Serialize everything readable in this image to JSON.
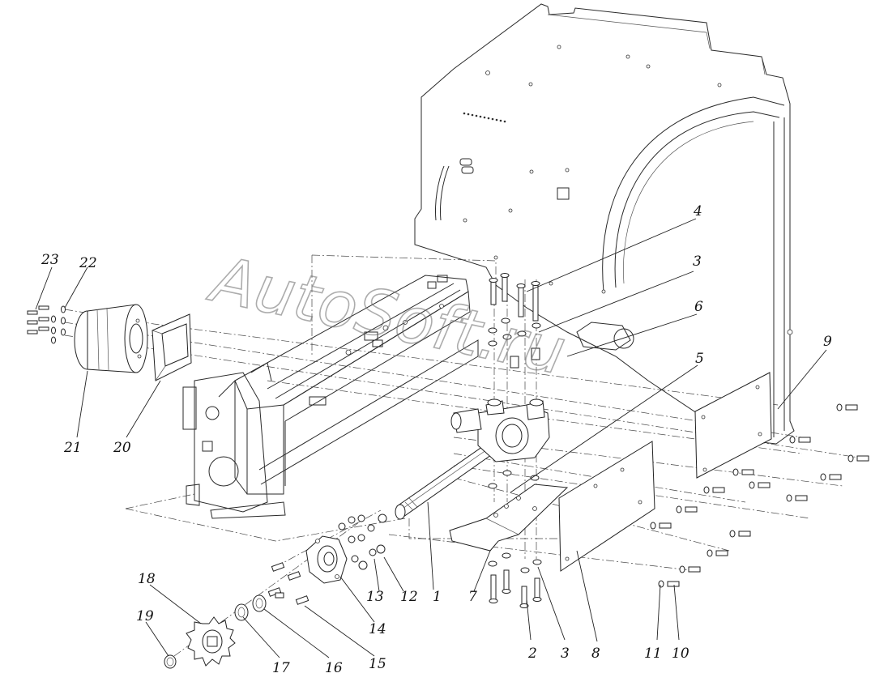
{
  "watermark": {
    "text": "AutoSoft.ru"
  },
  "callouts": [
    {
      "id": "c1",
      "label": "1"
    },
    {
      "id": "c2",
      "label": "2"
    },
    {
      "id": "c3a",
      "label": "3"
    },
    {
      "id": "c3b",
      "label": "3"
    },
    {
      "id": "c4",
      "label": "4"
    },
    {
      "id": "c5",
      "label": "5"
    },
    {
      "id": "c6",
      "label": "6"
    },
    {
      "id": "c7",
      "label": "7"
    },
    {
      "id": "c8",
      "label": "8"
    },
    {
      "id": "c9",
      "label": "9"
    },
    {
      "id": "c10",
      "label": "10"
    },
    {
      "id": "c11",
      "label": "11"
    },
    {
      "id": "c12",
      "label": "12"
    },
    {
      "id": "c13",
      "label": "13"
    },
    {
      "id": "c14",
      "label": "14"
    },
    {
      "id": "c15",
      "label": "15"
    },
    {
      "id": "c16",
      "label": "16"
    },
    {
      "id": "c17",
      "label": "17"
    },
    {
      "id": "c18",
      "label": "18"
    },
    {
      "id": "c19",
      "label": "19"
    },
    {
      "id": "c20",
      "label": "20"
    },
    {
      "id": "c21",
      "label": "21"
    },
    {
      "id": "c22",
      "label": "22"
    },
    {
      "id": "c23",
      "label": "23"
    }
  ]
}
